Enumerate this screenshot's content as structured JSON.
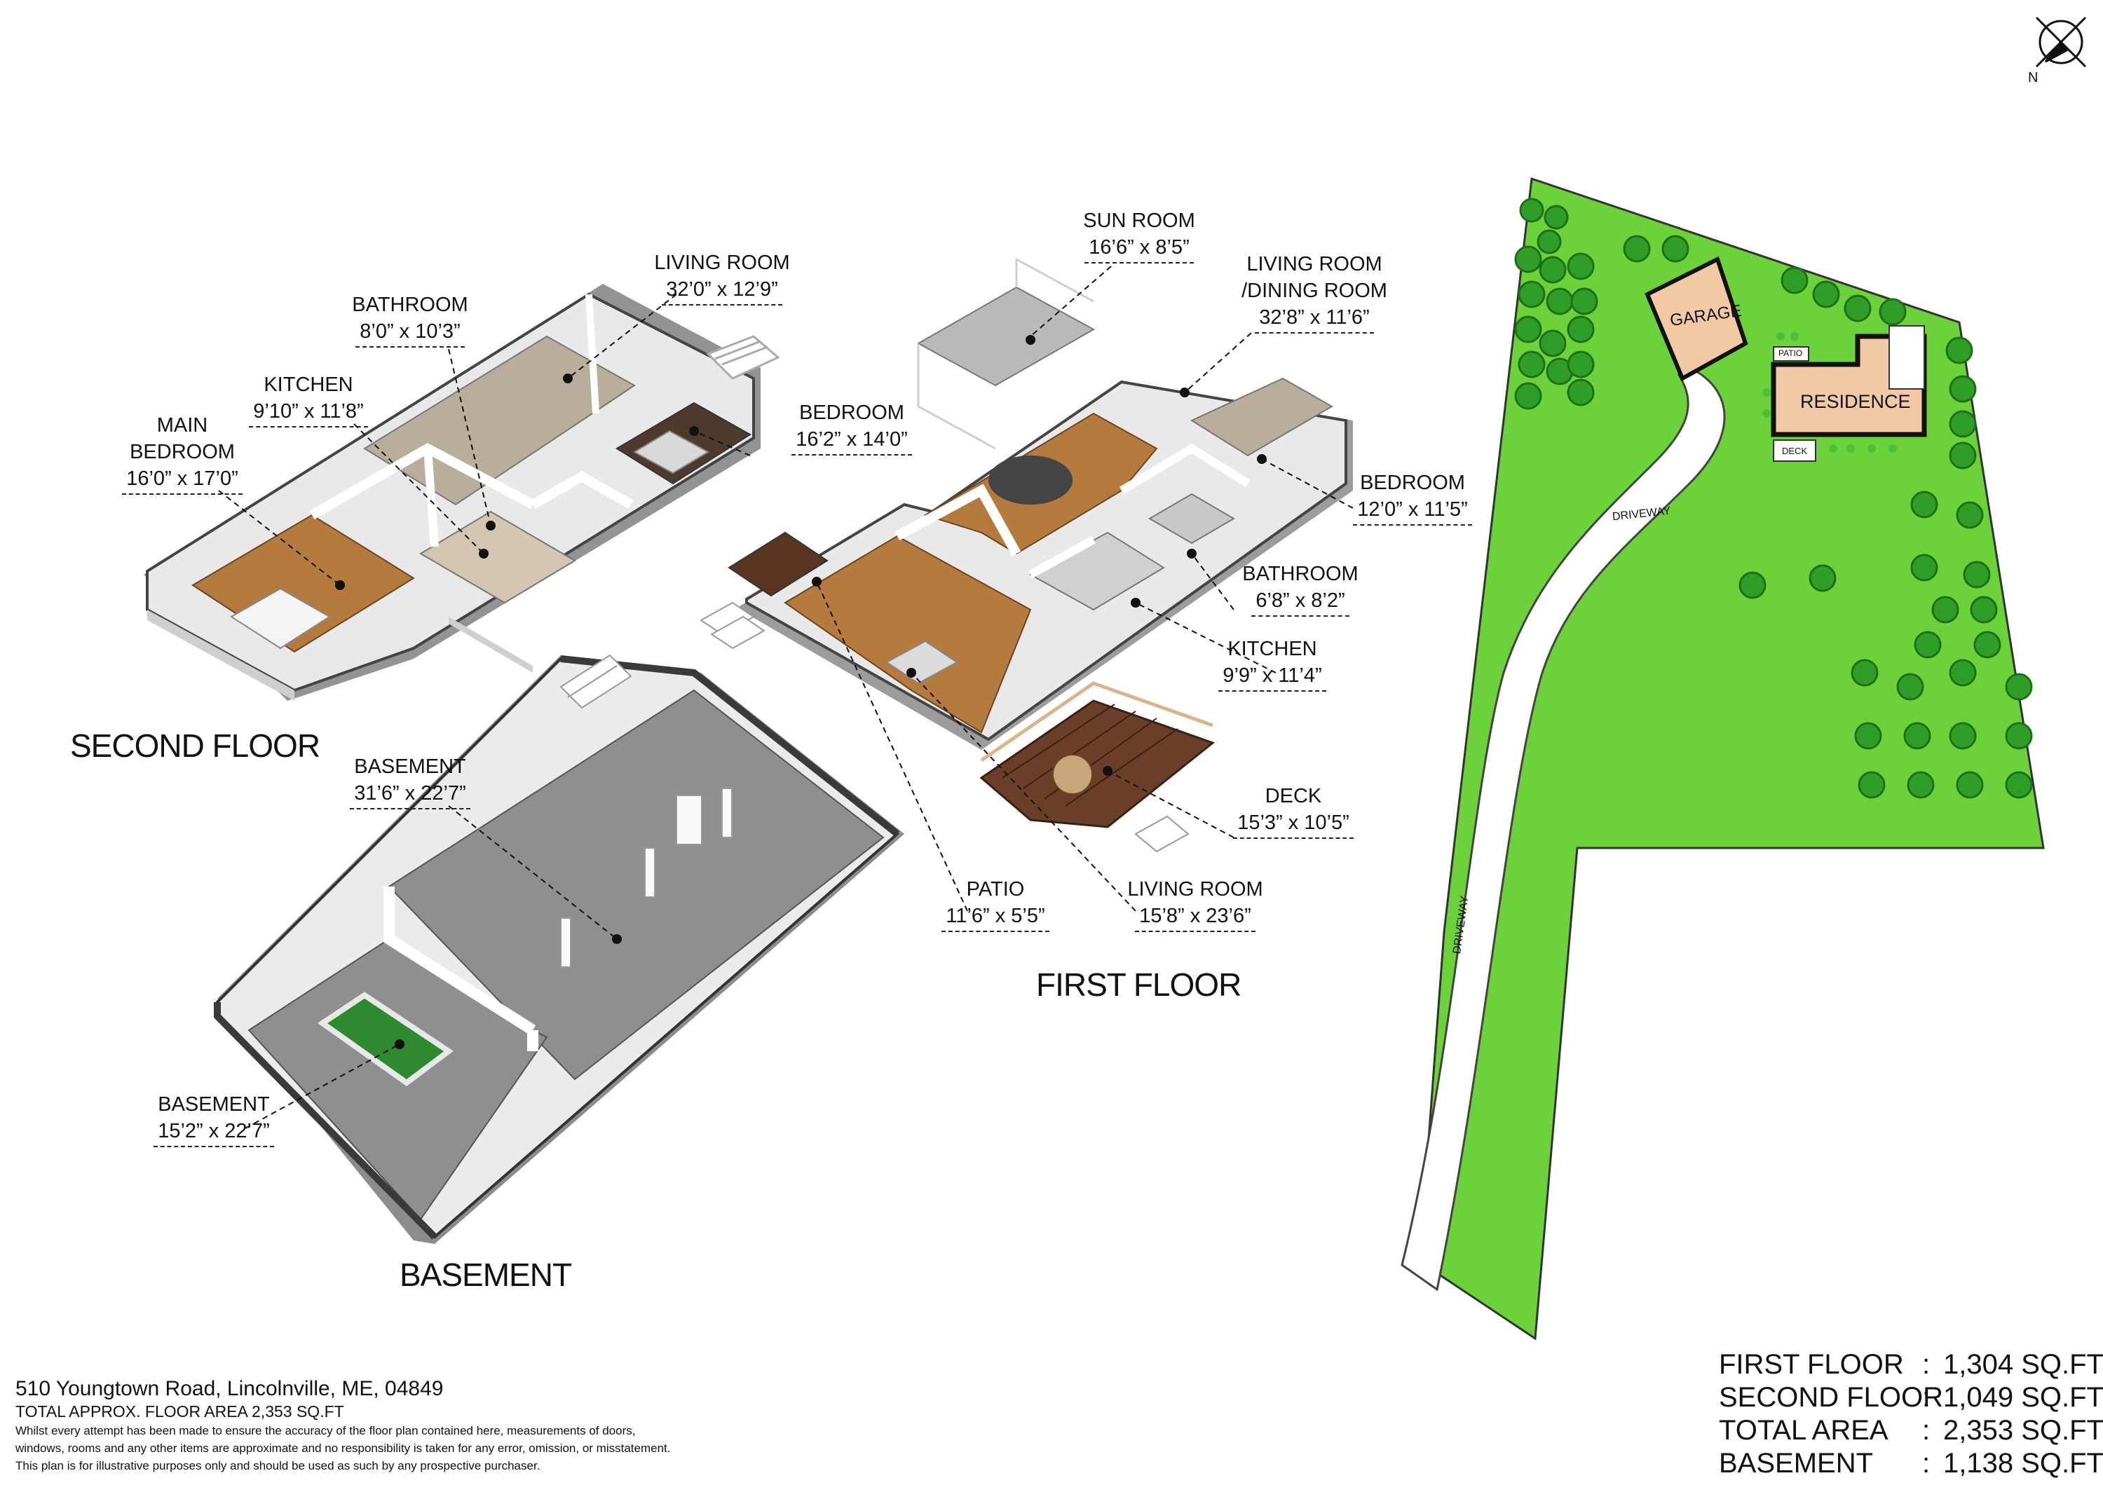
{
  "compass": {
    "north_label": "N"
  },
  "floors": {
    "second": {
      "title": "SECOND FLOOR",
      "rooms": [
        {
          "id": "living",
          "name": "LIVING ROOM",
          "dim": "32’0” x 12’9”"
        },
        {
          "id": "bathroom",
          "name": "BATHROOM",
          "dim": "8’0” x 10’3”"
        },
        {
          "id": "kitchen",
          "name": "KITCHEN",
          "dim": "9’10” x 11’8”"
        },
        {
          "id": "main-bedroom",
          "name": "MAIN BEDROOM",
          "name_lines": [
            "MAIN",
            "BEDROOM"
          ],
          "dim": "16’0” x 17’0”"
        },
        {
          "id": "bedroom",
          "name": "BEDROOM",
          "dim": "16’2” x 14’0”"
        }
      ]
    },
    "first": {
      "title": "FIRST FLOOR",
      "rooms": [
        {
          "id": "sun-room",
          "name": "SUN ROOM",
          "dim": "16’6” x 8’5”"
        },
        {
          "id": "living-dining",
          "name": "LIVING ROOM /DINING ROOM",
          "name_lines": [
            "LIVING ROOM",
            "/DINING ROOM"
          ],
          "dim": "32’8” x 11’6”"
        },
        {
          "id": "bedroom",
          "name": "BEDROOM",
          "dim": "12’0” x 11’5”"
        },
        {
          "id": "bathroom",
          "name": "BATHROOM",
          "dim": "6’8” x 8’2”"
        },
        {
          "id": "kitchen",
          "name": "KITCHEN",
          "dim": "9’9” x 11’4”"
        },
        {
          "id": "deck",
          "name": "DECK",
          "dim": "15’3” x 10’5”"
        },
        {
          "id": "living",
          "name": "LIVING ROOM",
          "dim": "15’8” x 23’6”"
        },
        {
          "id": "patio",
          "name": "PATIO",
          "dim": "11’6” x 5’5”"
        }
      ]
    },
    "basement": {
      "title": "BASEMENT",
      "rooms": [
        {
          "id": "basement-main",
          "name": "BASEMENT",
          "dim": "31’6” x 22’7”"
        },
        {
          "id": "basement-game",
          "name": "BASEMENT",
          "dim": "15’2” x 22’7”"
        }
      ]
    }
  },
  "site_plan": {
    "garage": "GARAGE",
    "residence": "RESIDENCE",
    "patio": "PATIO",
    "deck": "DECK",
    "driveway_upper": "DRIVEWAY",
    "driveway_lower": "DRIVEWAY",
    "colors": {
      "lawn": "#6cd23a",
      "building": "#f2c9a5",
      "tree": "#2e9e26",
      "tree_light": "#4fbf3a",
      "driveway": "#ffffff"
    }
  },
  "footer": {
    "address": "510 Youngtown Road, Lincolnville, ME, 04849",
    "total_area": "TOTAL APPROX. FLOOR AREA 2,353 SQ.FT",
    "disclaimer_1": "Whilst every attempt has been made to ensure the accuracy of the floor plan contained here, measurements of doors,",
    "disclaimer_2": "windows, rooms and any other items are approximate and no responsibility is taken for any error, omission, or misstatement.",
    "disclaimer_3": "This plan is for illustrative purposes only and should be used as such by any prospective purchaser."
  },
  "areas": [
    {
      "name": "FIRST FLOOR",
      "value": "1,304 SQ.FT"
    },
    {
      "name": "SECOND FLOOR",
      "value": "1,049 SQ.FT"
    },
    {
      "name": "TOTAL AREA",
      "value": "2,353 SQ.FT"
    },
    {
      "name": "BASEMENT",
      "value": "1,138 SQ.FT"
    }
  ],
  "colors": {
    "wood_floor": "#b57a3e",
    "carpet": "#b9ad9b",
    "concrete": "#8f8f8f",
    "wall": "#ffffff",
    "wall_dark": "#4a4a4a",
    "deck": "#6b3e2a",
    "pool_table": "#2f8a2f"
  }
}
